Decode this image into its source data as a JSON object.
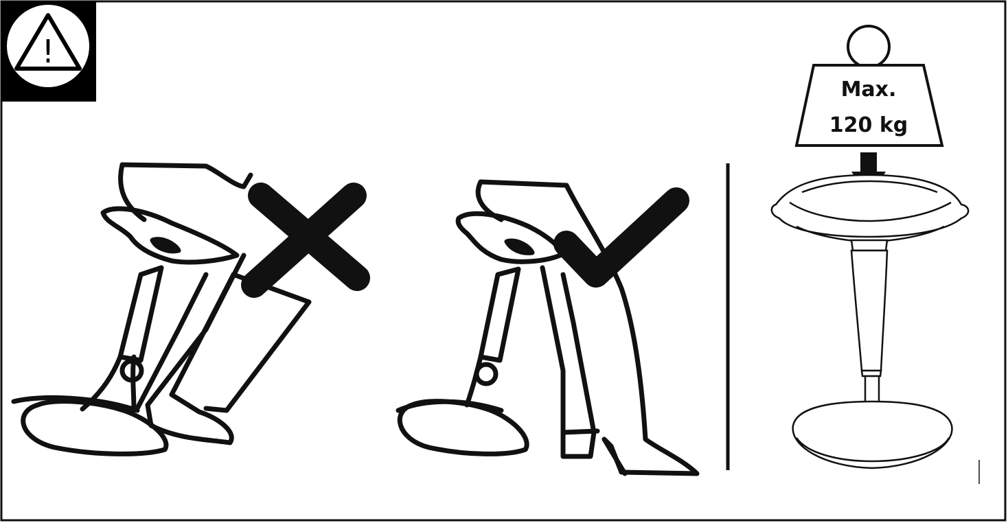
{
  "warning": {
    "icon": "warning-triangle-icon",
    "symbol": "!"
  },
  "weight_limit": {
    "line1": "Max.",
    "line2": "120 kg"
  },
  "panels": [
    {
      "id": "incorrect",
      "mark": "cross-icon"
    },
    {
      "id": "correct",
      "mark": "checkmark-icon"
    },
    {
      "id": "stool",
      "mark": "weight-icon"
    }
  ],
  "colors": {
    "ink": "#111111",
    "background": "#ffffff"
  }
}
